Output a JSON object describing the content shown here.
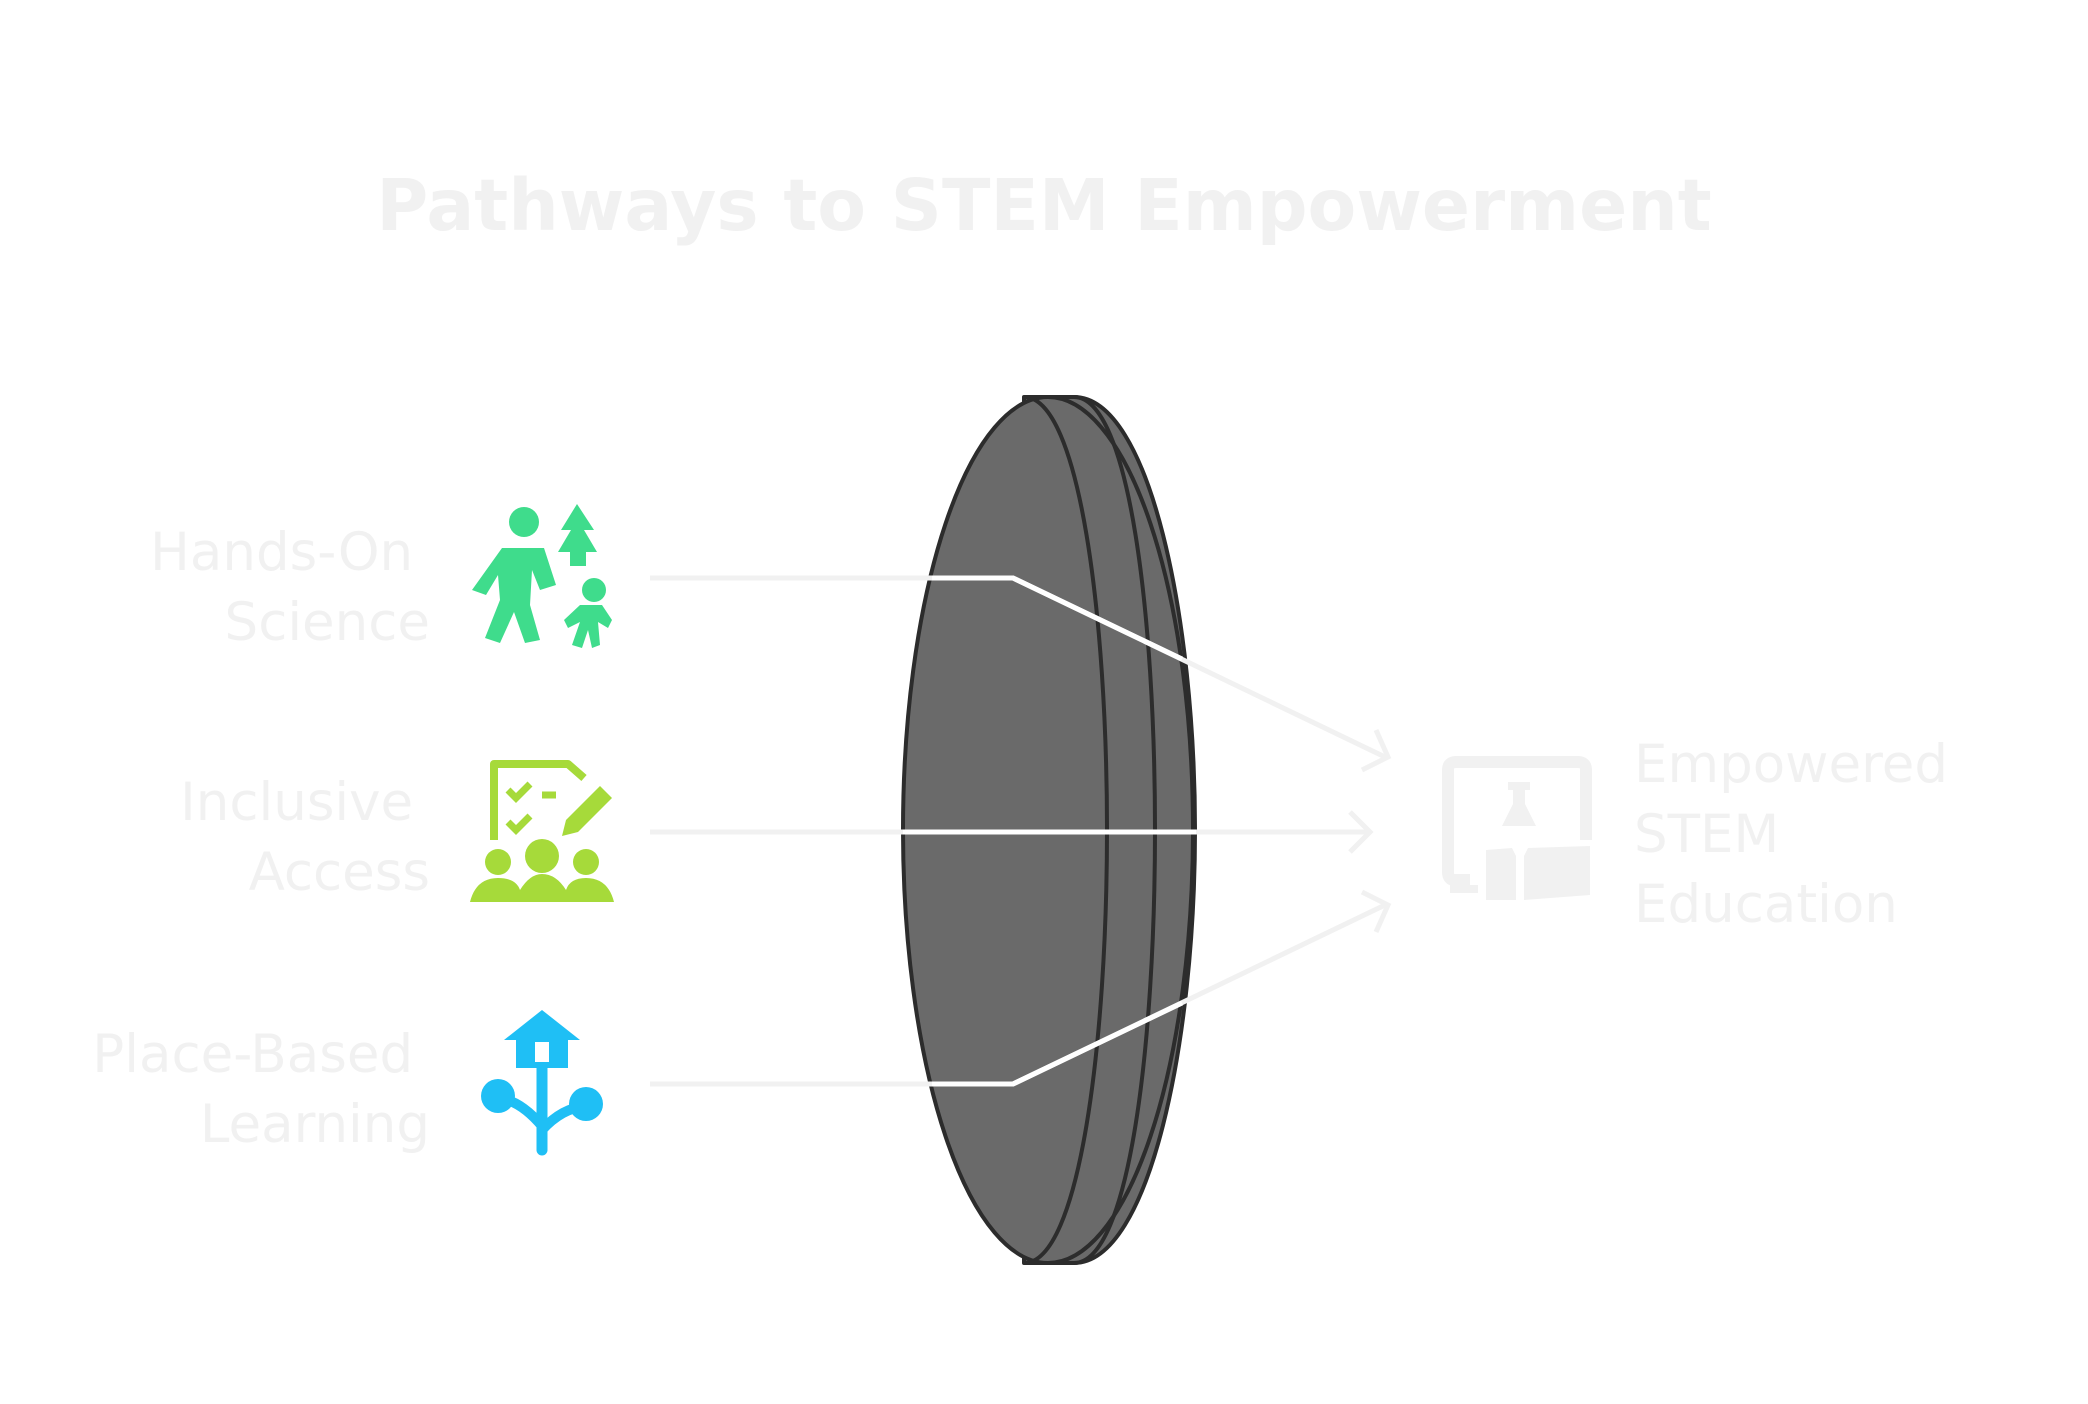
{
  "title": "Pathways to STEM Empowerment",
  "inputs": [
    {
      "label_lines": [
        "Hands-On",
        "Science"
      ],
      "icon": "outdoor-family-icon",
      "color": "#3fdc8c"
    },
    {
      "label_lines": [
        "Inclusive",
        "Access"
      ],
      "icon": "group-checklist-icon",
      "color": "#a6da3a"
    },
    {
      "label_lines": [
        "Place-Based",
        "Learning"
      ],
      "icon": "house-branch-icon",
      "color": "#1fbff5"
    }
  ],
  "lens": {
    "fill": "#6a6a6a",
    "stroke": "#2c2c2c"
  },
  "output": {
    "label_lines": [
      "Empowered",
      "STEM",
      "Education"
    ],
    "icon": "digital-learning-icon",
    "color": "#f1f1f1"
  },
  "line_color": "#f1f1f1"
}
